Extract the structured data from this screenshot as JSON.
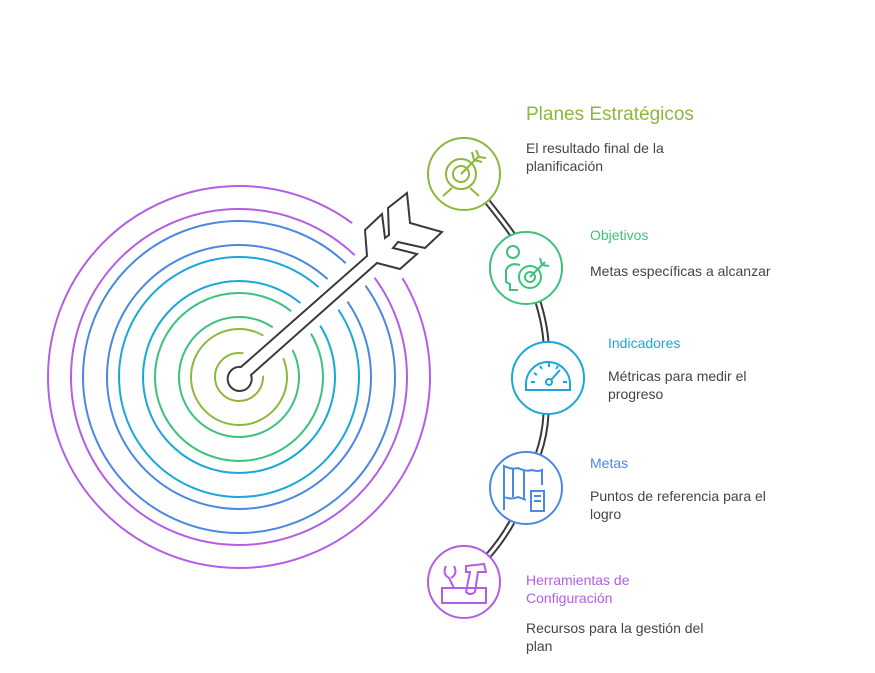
{
  "colors": {
    "lime": "#8DB83B",
    "green": "#3DC27E",
    "cyan": "#1AA7D9",
    "blue": "#4B88E2",
    "purple": "#B35EE6",
    "dark": "#3A3A3A"
  },
  "items": [
    {
      "title": "Planes Estratégicos",
      "description": "El resultado final de la planificación",
      "icon": "target-arrow-icon"
    },
    {
      "title": "Objetivos",
      "description": "Metas específicas a alcanzar",
      "icon": "person-target-icon"
    },
    {
      "title": "Indicadores",
      "description": "Métricas para medir el progreso",
      "icon": "gauge-icon"
    },
    {
      "title": "Metas",
      "description": "Puntos de referencia para el logro",
      "icon": "flag-map-icon"
    },
    {
      "title": "Herramientas de Configuración",
      "description": "Recursos para la gestión del plan",
      "icon": "toolbox-icon"
    }
  ]
}
